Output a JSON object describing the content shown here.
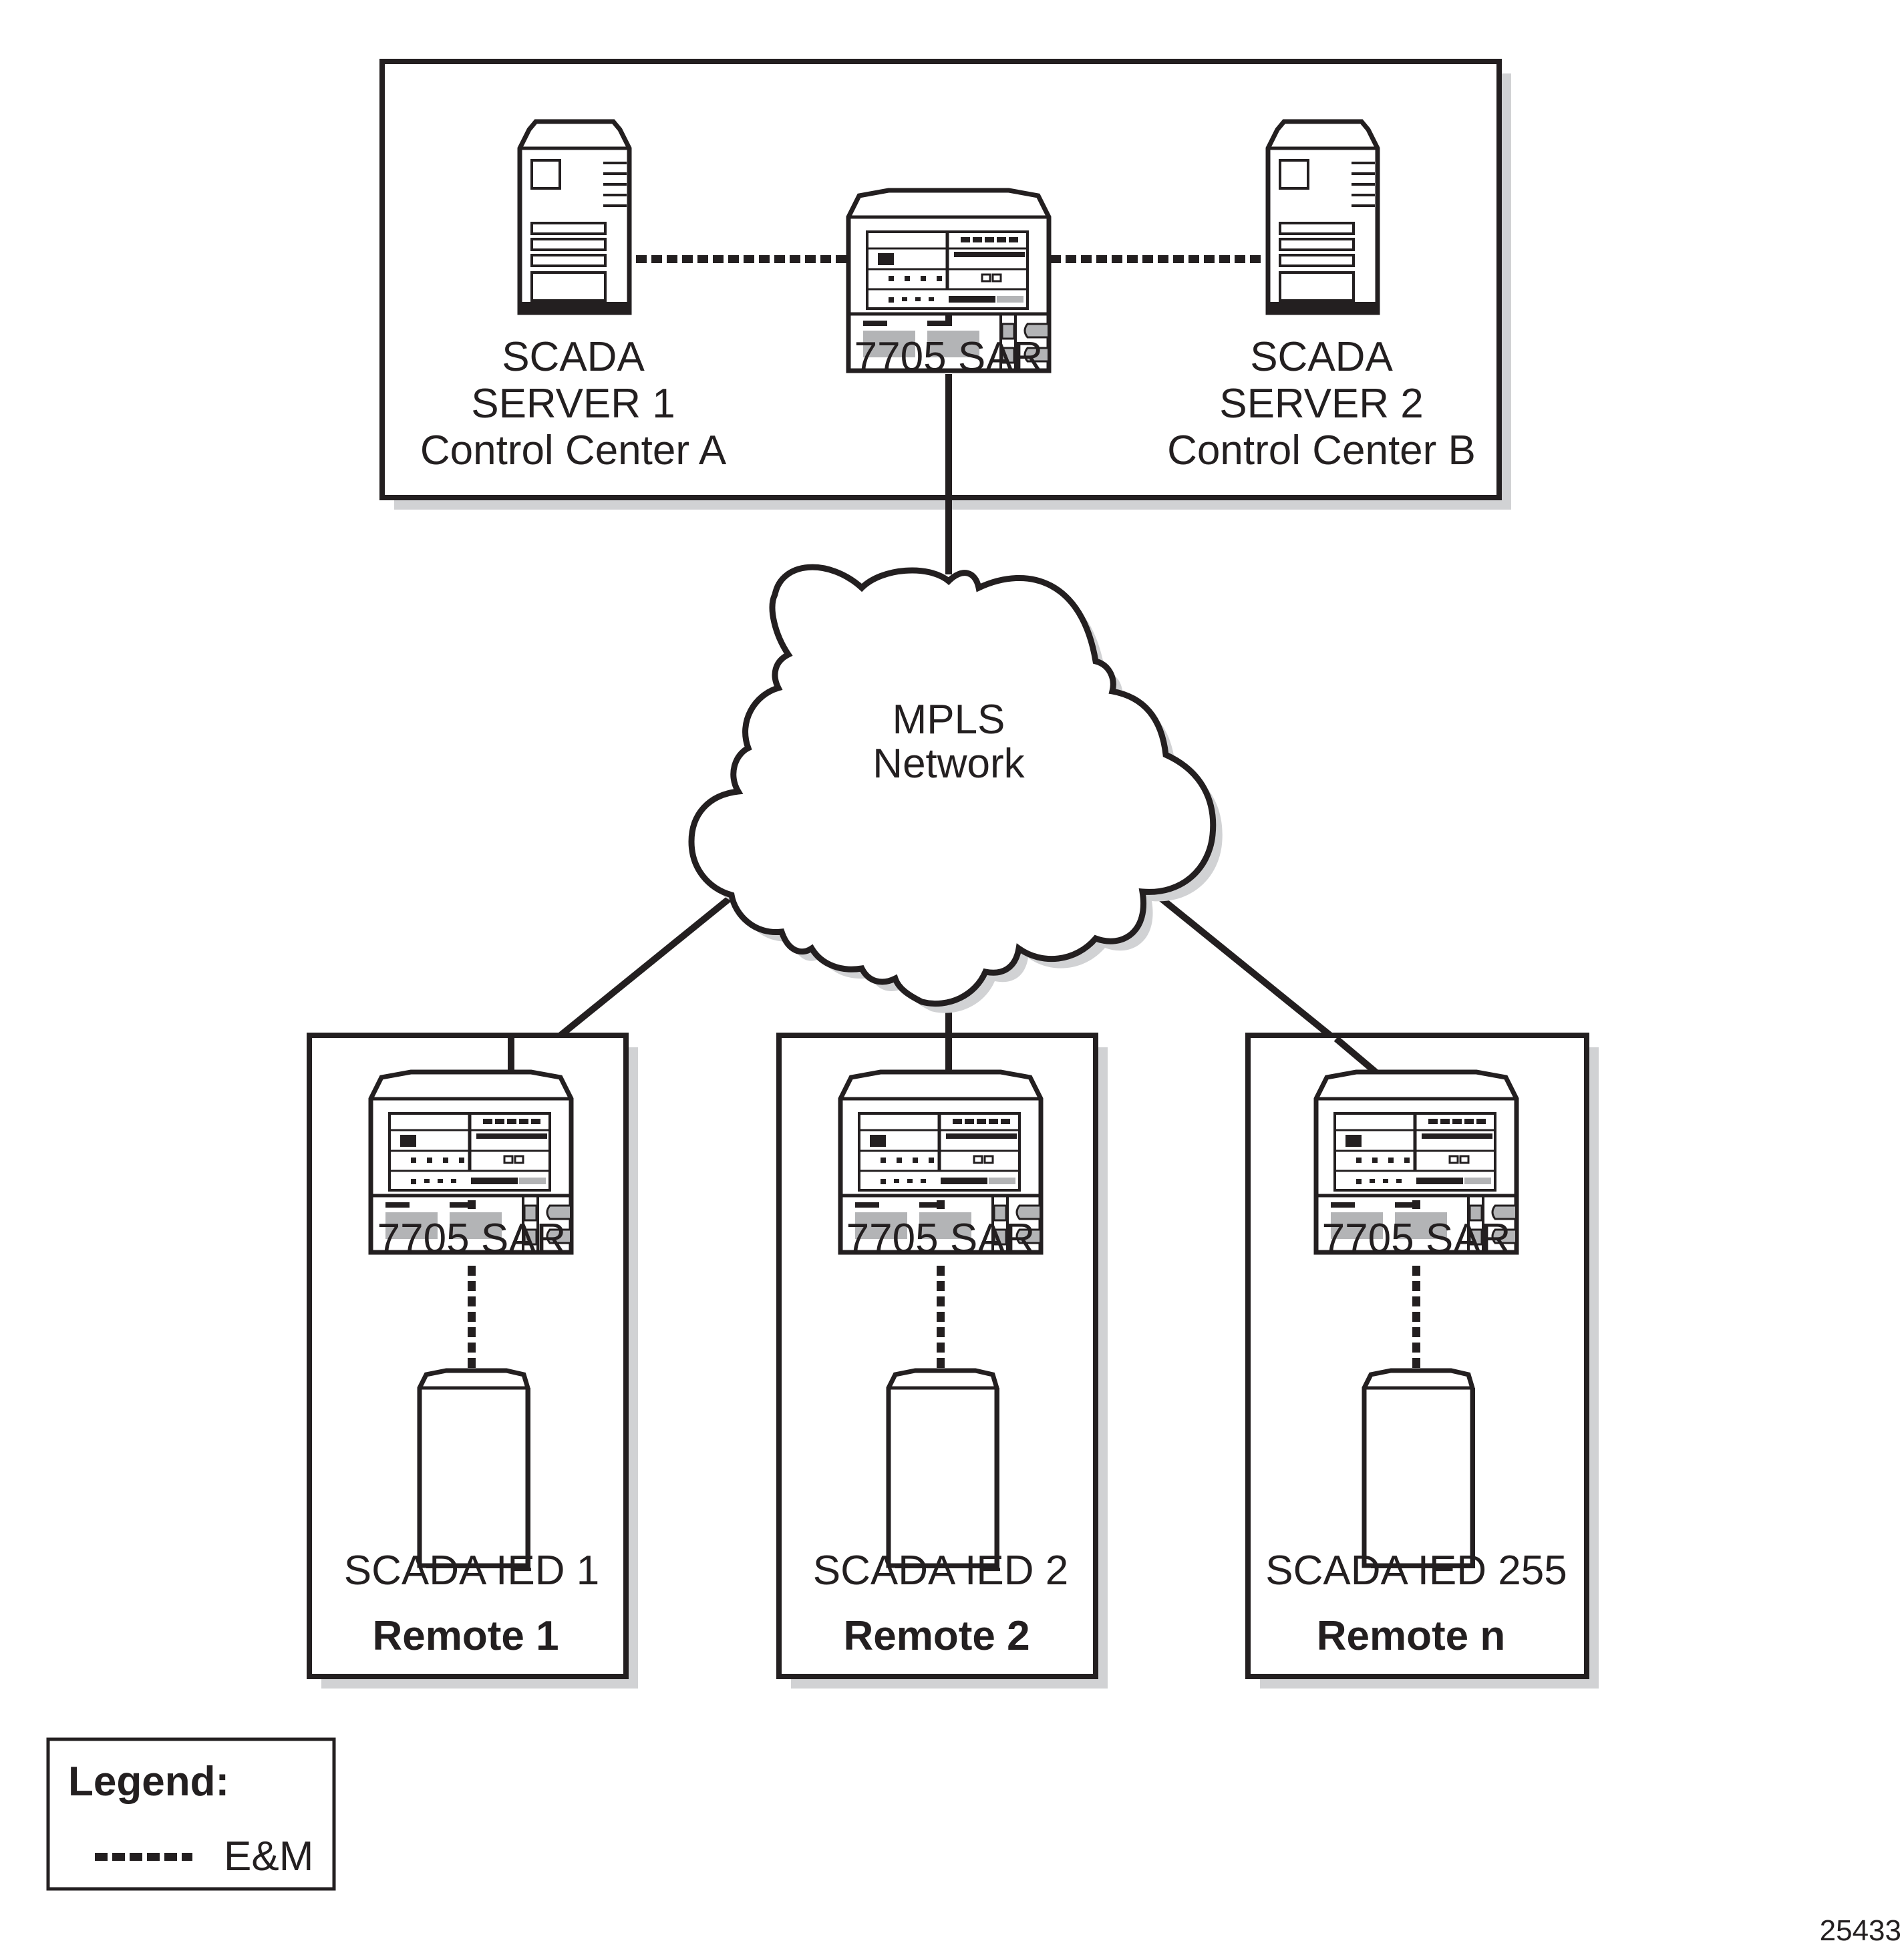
{
  "control_center": {
    "server1": {
      "line1": "SCADA",
      "line2": "SERVER 1",
      "line3": "Control Center A"
    },
    "router": {
      "label": "7705 SAR"
    },
    "server2": {
      "line1": "SCADA",
      "line2": "SERVER 2",
      "line3": "Control Center B"
    }
  },
  "network": {
    "line1": "MPLS",
    "line2": "Network"
  },
  "remotes": [
    {
      "router_label": "7705 SAR",
      "ied_label": "SCADA IED 1",
      "site_label": "Remote 1"
    },
    {
      "router_label": "7705 SAR",
      "ied_label": "SCADA IED 2",
      "site_label": "Remote 2"
    },
    {
      "router_label": "7705 SAR",
      "ied_label": "SCADA IED 255",
      "site_label": "Remote n"
    }
  ],
  "legend": {
    "title": "Legend:",
    "items": [
      {
        "style": "dashed",
        "label": "E&M"
      }
    ]
  },
  "figure_id": "25433",
  "colors": {
    "stroke": "#231f20",
    "shadow": "#d1d2d4",
    "fill_gray": "#b3b4b6"
  }
}
